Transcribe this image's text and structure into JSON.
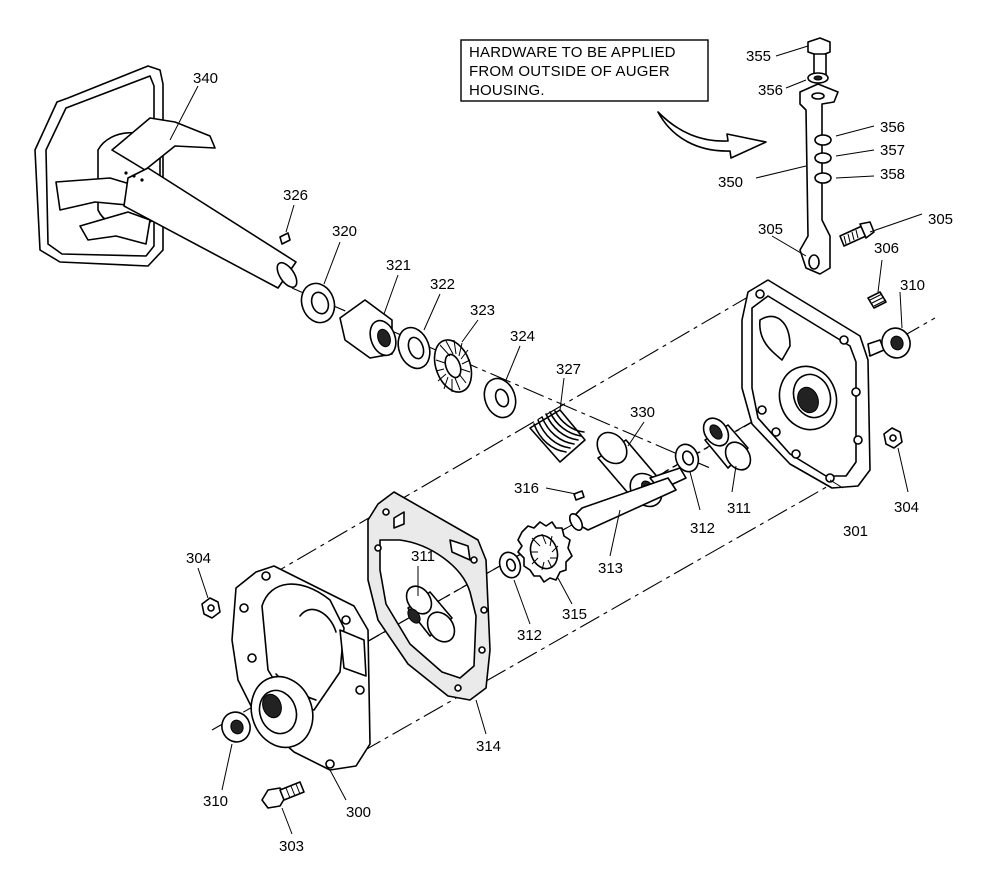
{
  "note": {
    "lines": [
      "HARDWARE TO BE APPLIED",
      "FROM OUTSIDE OF AUGER",
      "HOUSING."
    ]
  },
  "part_labels": {
    "p340": "340",
    "p326": "326",
    "p320": "320",
    "p321": "321",
    "p322": "322",
    "p323": "323",
    "p324": "324",
    "p327": "327",
    "p330": "330",
    "p316": "316",
    "p313": "313",
    "p312a": "312",
    "p311a": "311",
    "p301": "301",
    "p304a": "304",
    "p310a": "310",
    "p306": "306",
    "p305a": "305",
    "p305b": "305",
    "p350": "350",
    "p355": "355",
    "p356a": "356",
    "p356b": "356",
    "p357": "357",
    "p358": "358",
    "p304b": "304",
    "p311b": "311",
    "p312b": "312",
    "p315": "315",
    "p314": "314",
    "p310b": "310",
    "p300": "300",
    "p303": "303"
  }
}
